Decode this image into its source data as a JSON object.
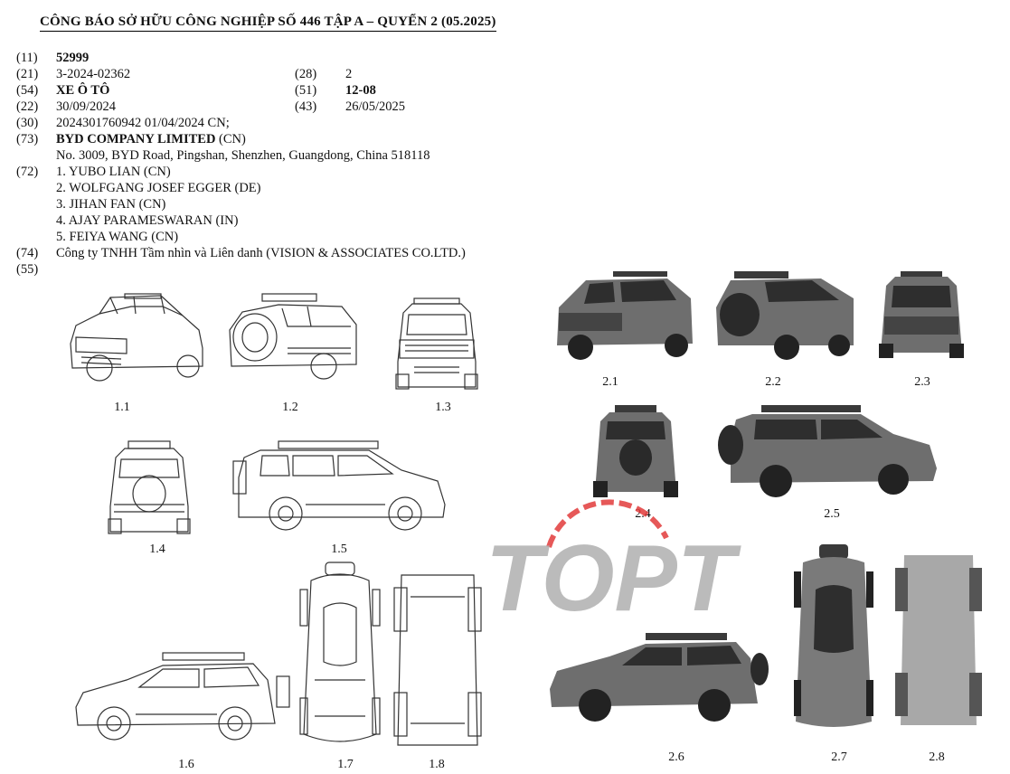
{
  "header": "CÔNG BÁO SỞ HỮU CÔNG NGHIỆP SỐ 446 TẬP A – QUYỂN 2 (05.2025)",
  "fields": {
    "c11": "(11)",
    "v11": "52999",
    "c21": "(21)",
    "v21": "3-2024-02362",
    "c28": "(28)",
    "v28": "2",
    "c54": "(54)",
    "v54": "XE Ô TÔ",
    "c51": "(51)",
    "v51": "12-08",
    "c22": "(22)",
    "v22": "30/09/2024",
    "c43": "(43)",
    "v43": "26/05/2025",
    "c30": "(30)",
    "v30": "2024301760942 01/04/2024 CN;",
    "c73": "(73)",
    "v73_name": "BYD COMPANY LIMITED",
    "v73_country": "(CN)",
    "v73_address": "No. 3009, BYD Road, Pingshan, Shenzhen, Guangdong, China 518118",
    "c72": "(72)",
    "inventors": [
      "1. YUBO LIAN (CN)",
      "2. WOLFGANG JOSEF EGGER (DE)",
      "3. JIHAN FAN (CN)",
      "4. AJAY PARAMESWARAN (IN)",
      "5. FEIYA WANG (CN)"
    ],
    "c74": "(74)",
    "v74": "Công ty TNHH Tầm nhìn và Liên danh (VISION & ASSOCIATES CO.LTD.)",
    "c55": "(55)"
  },
  "figures": {
    "f11": "1.1",
    "f12": "1.2",
    "f13": "1.3",
    "f14": "1.4",
    "f15": "1.5",
    "f16": "1.6",
    "f17": "1.7",
    "f18": "1.8",
    "f21": "2.1",
    "f22": "2.2",
    "f23": "2.3",
    "f24": "2.4",
    "f25": "2.5",
    "f26": "2.6",
    "f27": "2.7",
    "f28": "2.8"
  },
  "watermark": "TOPT",
  "colors": {
    "render_body": "#6e6e6e",
    "render_dark": "#3a3a3a",
    "watermark": "#b0b0b0",
    "watermark_accent": "#e23b3b"
  }
}
